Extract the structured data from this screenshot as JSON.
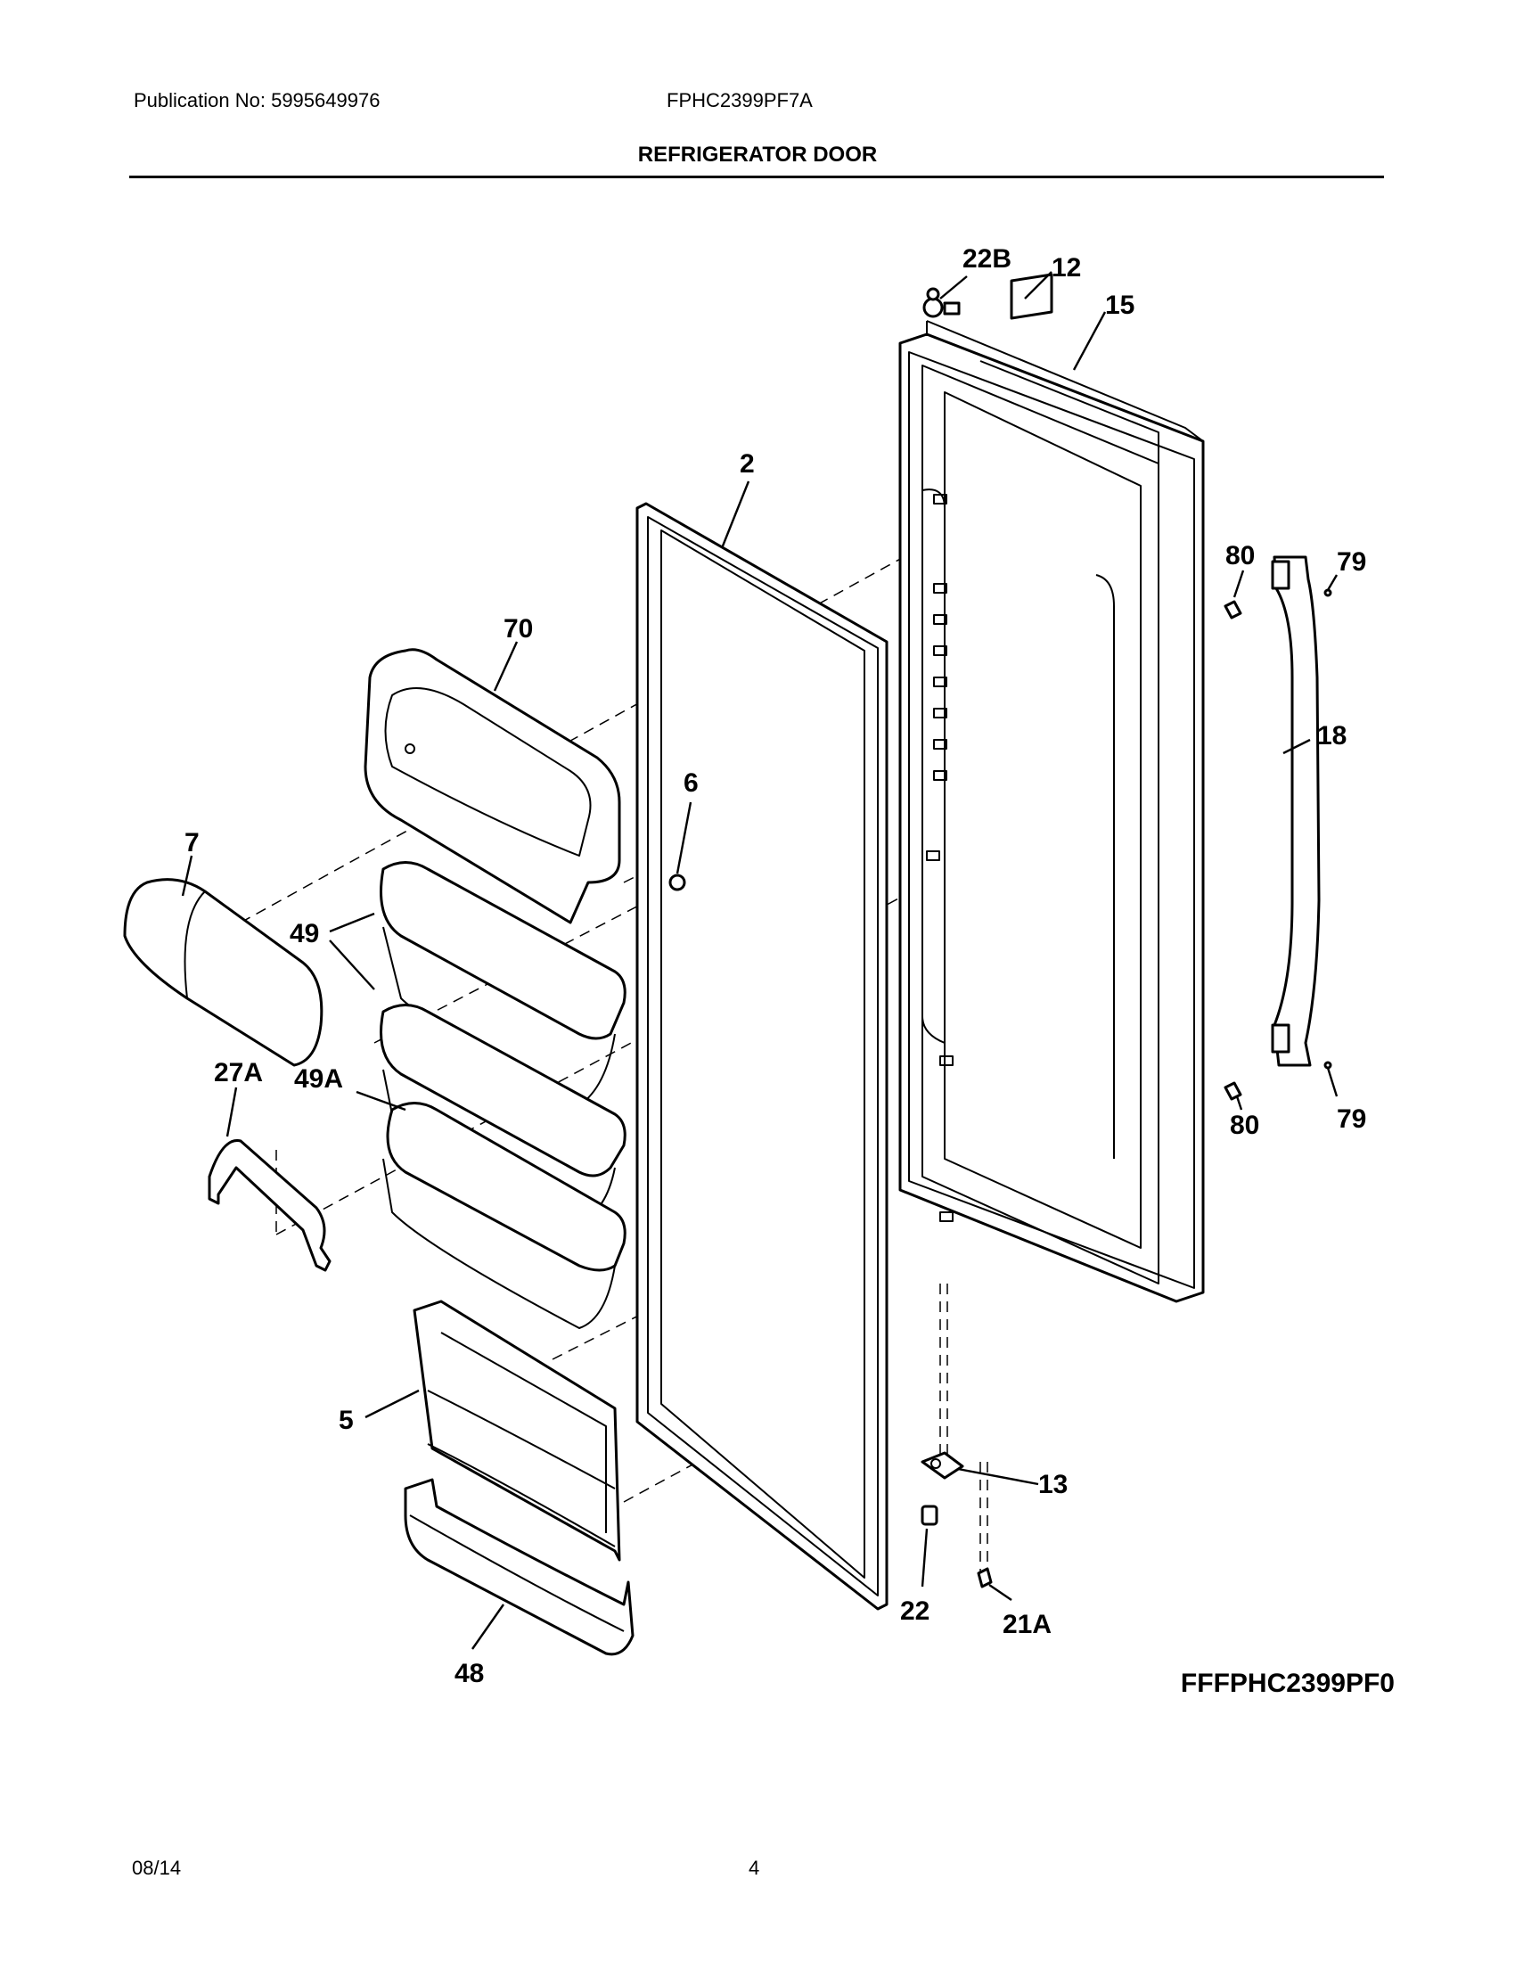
{
  "header": {
    "publication": "Publication No: 5995649976",
    "model": "FPHC2399PF7A",
    "title": "REFRIGERATOR DOOR"
  },
  "diagram": {
    "code": "FFFPHC2399PF0",
    "callouts": {
      "c22B": "22B",
      "c12": "12",
      "c15": "15",
      "c2": "2",
      "c80a": "80",
      "c79a": "79",
      "c70": "70",
      "c18": "18",
      "c6": "6",
      "c7": "7",
      "c49": "49",
      "c27A": "27A",
      "c49A": "49A",
      "c80b": "80",
      "c79b": "79",
      "c5": "5",
      "c13": "13",
      "c22": "22",
      "c21A": "21A",
      "c48": "48"
    }
  },
  "footer": {
    "date": "08/14",
    "page": "4"
  }
}
